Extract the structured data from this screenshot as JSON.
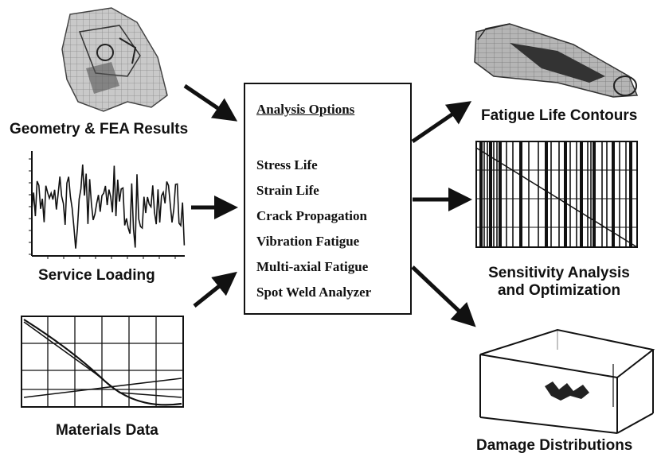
{
  "labels": {
    "geometry": "Geometry & FEA Results",
    "service": "Service Loading",
    "materials": "Materials Data",
    "fatigue_contours": "Fatigue Life Contours",
    "sensitivity_line1": "Sensitivity Analysis",
    "sensitivity_line2": "and Optimization",
    "damage": "Damage Distributions"
  },
  "options": {
    "title": "Analysis Options",
    "items": [
      "Stress Life",
      "Strain Life",
      "Crack Propagation",
      "Vibration Fatigue",
      "Multi-axial Fatigue",
      "Spot Weld Analyzer"
    ]
  },
  "colors": {
    "ink": "#111111",
    "mesh_gray": "#8a8a8a",
    "background": "#ffffff"
  }
}
